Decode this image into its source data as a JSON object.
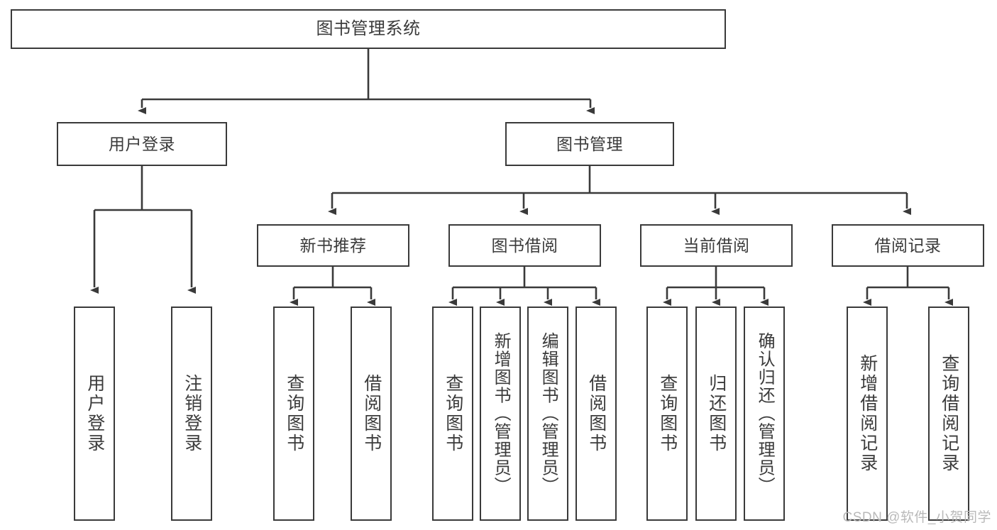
{
  "diagram": {
    "title": "图书管理系统",
    "type": "tree-hierarchy-chart",
    "watermark": "CSDN @软件_小贺同学",
    "colors": {
      "stroke": "#3a3a3a",
      "fill": "#ffffff",
      "text": "#3b3b3b",
      "watermark": "#b9b9b9"
    },
    "levels": {
      "root": {
        "label": "图书管理系统"
      },
      "level2": [
        {
          "id": "user-login",
          "label": "用户登录"
        },
        {
          "id": "book-management",
          "label": "图书管理"
        }
      ],
      "level3": [
        {
          "id": "new-book-recommend",
          "label": "新书推荐"
        },
        {
          "id": "book-borrow",
          "label": "图书借阅"
        },
        {
          "id": "current-borrow",
          "label": "当前借阅"
        },
        {
          "id": "borrow-record",
          "label": "借阅记录"
        }
      ],
      "leaves": [
        {
          "id": "leaf-user-login",
          "parent": "user-login",
          "label": "用户登录"
        },
        {
          "id": "leaf-logout",
          "parent": "user-login",
          "label": "注销登录"
        },
        {
          "id": "leaf-query-book-1",
          "parent": "new-book-recommend",
          "label": "查询图书"
        },
        {
          "id": "leaf-borrow-book-1",
          "parent": "new-book-recommend",
          "label": "借阅图书"
        },
        {
          "id": "leaf-query-book-2",
          "parent": "book-borrow",
          "label": "查询图书"
        },
        {
          "id": "leaf-add-book",
          "parent": "book-borrow",
          "label": "新增图书（管理员）"
        },
        {
          "id": "leaf-edit-book",
          "parent": "book-borrow",
          "label": "编辑图书（管理员）"
        },
        {
          "id": "leaf-borrow-book-2",
          "parent": "book-borrow",
          "label": "借阅图书"
        },
        {
          "id": "leaf-query-book-3",
          "parent": "current-borrow",
          "label": "查询图书"
        },
        {
          "id": "leaf-return-book",
          "parent": "current-borrow",
          "label": "归还图书"
        },
        {
          "id": "leaf-confirm-return",
          "parent": "current-borrow",
          "label": "确认归还（管理员）"
        },
        {
          "id": "leaf-add-record",
          "parent": "borrow-record",
          "label": "新增借阅记录"
        },
        {
          "id": "leaf-query-record",
          "parent": "borrow-record",
          "label": "查询借阅记录"
        }
      ]
    }
  }
}
